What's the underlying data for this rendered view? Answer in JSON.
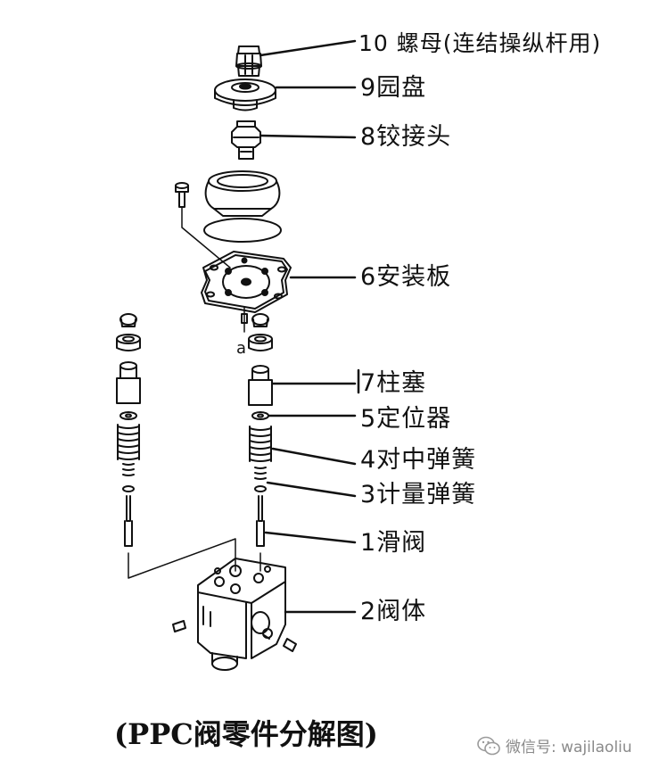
{
  "callouts": [
    {
      "id": "nut",
      "text": "10 螺母(连结操纵杆用)"
    },
    {
      "id": "disc",
      "text": "9园盘"
    },
    {
      "id": "joint",
      "text": "8铰接头"
    },
    {
      "id": "plate",
      "text": "6安装板"
    },
    {
      "id": "piston",
      "text": "7柱塞"
    },
    {
      "id": "retainer",
      "text": "5定位器"
    },
    {
      "id": "centering-spring",
      "text": "4对中弹簧"
    },
    {
      "id": "metering-spring",
      "text": "3计量弹簧"
    },
    {
      "id": "spool",
      "text": "1滑阀"
    },
    {
      "id": "body",
      "text": "2阀体"
    }
  ],
  "marker_a": "a",
  "caption": "(PPC阀零件分解图)",
  "watermark": "微信号: wajilaoliu",
  "colors": {
    "line": "#111111",
    "watermark": "#8a8a8a"
  },
  "icons": {
    "watermark": "wechat-icon"
  }
}
